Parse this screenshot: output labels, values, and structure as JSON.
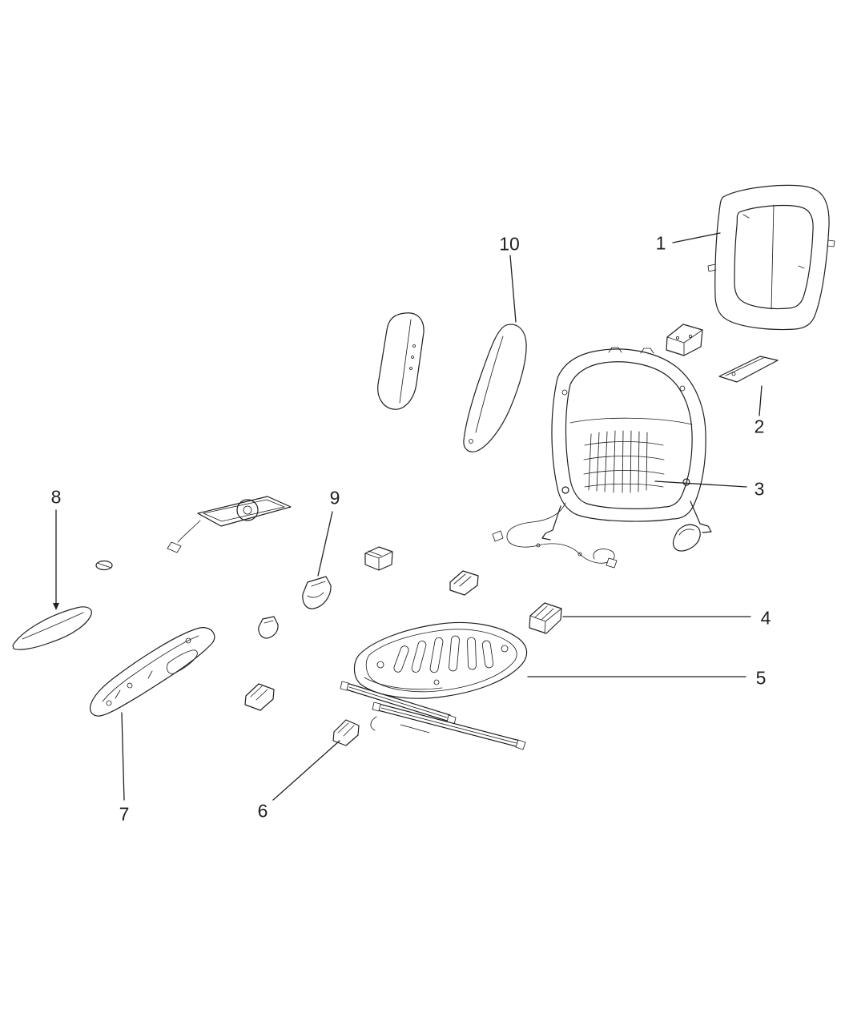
{
  "page": {
    "background_color": "#ffffff",
    "line_color": "#231f20"
  },
  "callouts": [
    {
      "label": "1"
    },
    {
      "label": "2"
    },
    {
      "label": "3"
    },
    {
      "label": "4"
    },
    {
      "label": "5"
    },
    {
      "label": "6"
    },
    {
      "label": "7"
    },
    {
      "label": "8"
    },
    {
      "label": "9"
    },
    {
      "label": "10"
    }
  ]
}
